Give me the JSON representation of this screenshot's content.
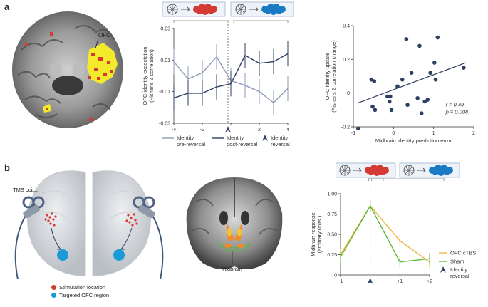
{
  "figure": {
    "panel_a_letter": "a",
    "panel_b_letter": "b"
  },
  "panel_a": {
    "brain_label": "OFC",
    "icons": [
      "wheel-icon",
      "red-cloud-icon",
      "wheel-icon",
      "blue-cloud-icon"
    ],
    "colors": {
      "light_line": "#8e99b8",
      "dark_line": "#2d3f63",
      "red": "#d33a34",
      "blue": "#1a7bc4",
      "yellow": "#f2ea2a",
      "dot": "#2d3f63"
    }
  },
  "chart_data": [
    {
      "type": "line",
      "x": [
        -4,
        -3,
        -2,
        -1,
        0,
        1,
        2,
        3,
        4
      ],
      "xticks": [
        "-4",
        "-2",
        "0",
        "2",
        "4"
      ],
      "yticks": [
        "0.03",
        "0.01",
        "-0.01",
        "-0.03"
      ],
      "ylim": [
        -0.03,
        0.03
      ],
      "ylabel": "OFC identity expectation\n(Fisher's Z correlation)",
      "series": [
        {
          "name": "Identity\npre-reversal",
          "values": [
            0.009,
            -0.002,
            0.002,
            0.012,
            -0.003,
            -0.006,
            -0.01,
            -0.017,
            -0.008
          ],
          "color": "#8e99b8"
        },
        {
          "name": "Identity\npost-reversal",
          "values": [
            -0.014,
            -0.011,
            -0.011,
            -0.007,
            -0.005,
            0.013,
            0.008,
            0.009,
            0.014
          ],
          "color": "#2d3f63"
        }
      ],
      "marker": "Identity\nreversal"
    },
    {
      "type": "scatter",
      "xlim": [
        -1,
        2
      ],
      "ylim": [
        -0.2,
        0.4
      ],
      "xticks": [
        "-1",
        "0",
        "1",
        "2"
      ],
      "yticks": [
        "0.4",
        "0.2",
        "0",
        "-0.2"
      ],
      "xlabel": "Midbrain identity prediction error",
      "ylabel": "OFC identity update\n(Fisher's Z correlation change)",
      "annotation_r": "r = 0.49",
      "annotation_p": "p = 0.008",
      "points": [
        [
          -0.88,
          -0.21
        ],
        [
          -0.55,
          0.08
        ],
        [
          -0.48,
          0.07
        ],
        [
          -0.52,
          -0.08
        ],
        [
          -0.46,
          -0.1
        ],
        [
          -0.15,
          -0.02
        ],
        [
          -0.1,
          -0.05
        ],
        [
          -0.05,
          -0.1
        ],
        [
          -0.08,
          -0.02
        ],
        [
          0.1,
          0.04
        ],
        [
          0.22,
          0.08
        ],
        [
          0.32,
          0.32
        ],
        [
          0.35,
          -0.07
        ],
        [
          0.45,
          0.12
        ],
        [
          0.6,
          -0.03
        ],
        [
          0.65,
          0.28
        ],
        [
          0.78,
          -0.05
        ],
        [
          0.85,
          -0.04
        ],
        [
          0.92,
          0.12
        ],
        [
          1.02,
          0.18
        ],
        [
          1.1,
          0.33
        ],
        [
          1.05,
          0.08
        ],
        [
          0.7,
          -0.12
        ],
        [
          1.75,
          0.15
        ]
      ],
      "fit": [
        [
          -0.9,
          -0.06
        ],
        [
          1.8,
          0.18
        ]
      ]
    }
  ],
  "panel_b": {
    "tms_label": "TMS coil",
    "midbrain_label": "Midbrain",
    "legend": [
      {
        "label": "Stimulation location",
        "color": "#d33a34"
      },
      {
        "label": "Targeted OFC region",
        "color": "#1a9ad8"
      }
    ],
    "chart": {
      "type": "line",
      "x": [
        -1,
        0,
        1,
        2
      ],
      "xticks": [
        "-1",
        "+1",
        "+2"
      ],
      "yticks": [
        "1.00",
        "0.75",
        "0.50",
        "0.25",
        "0"
      ],
      "ylim": [
        0,
        1
      ],
      "ylabel": "Midbrain response\n(arbitrary units )",
      "series": [
        {
          "name": "OFC cTBS",
          "values": [
            0.25,
            0.85,
            0.42,
            0.16
          ],
          "color": "#f2b33c"
        },
        {
          "name": "Sham",
          "values": [
            0.22,
            0.85,
            0.16,
            0.2
          ],
          "color": "#5ab83a"
        }
      ],
      "marker": "Identity\nreversal"
    }
  }
}
